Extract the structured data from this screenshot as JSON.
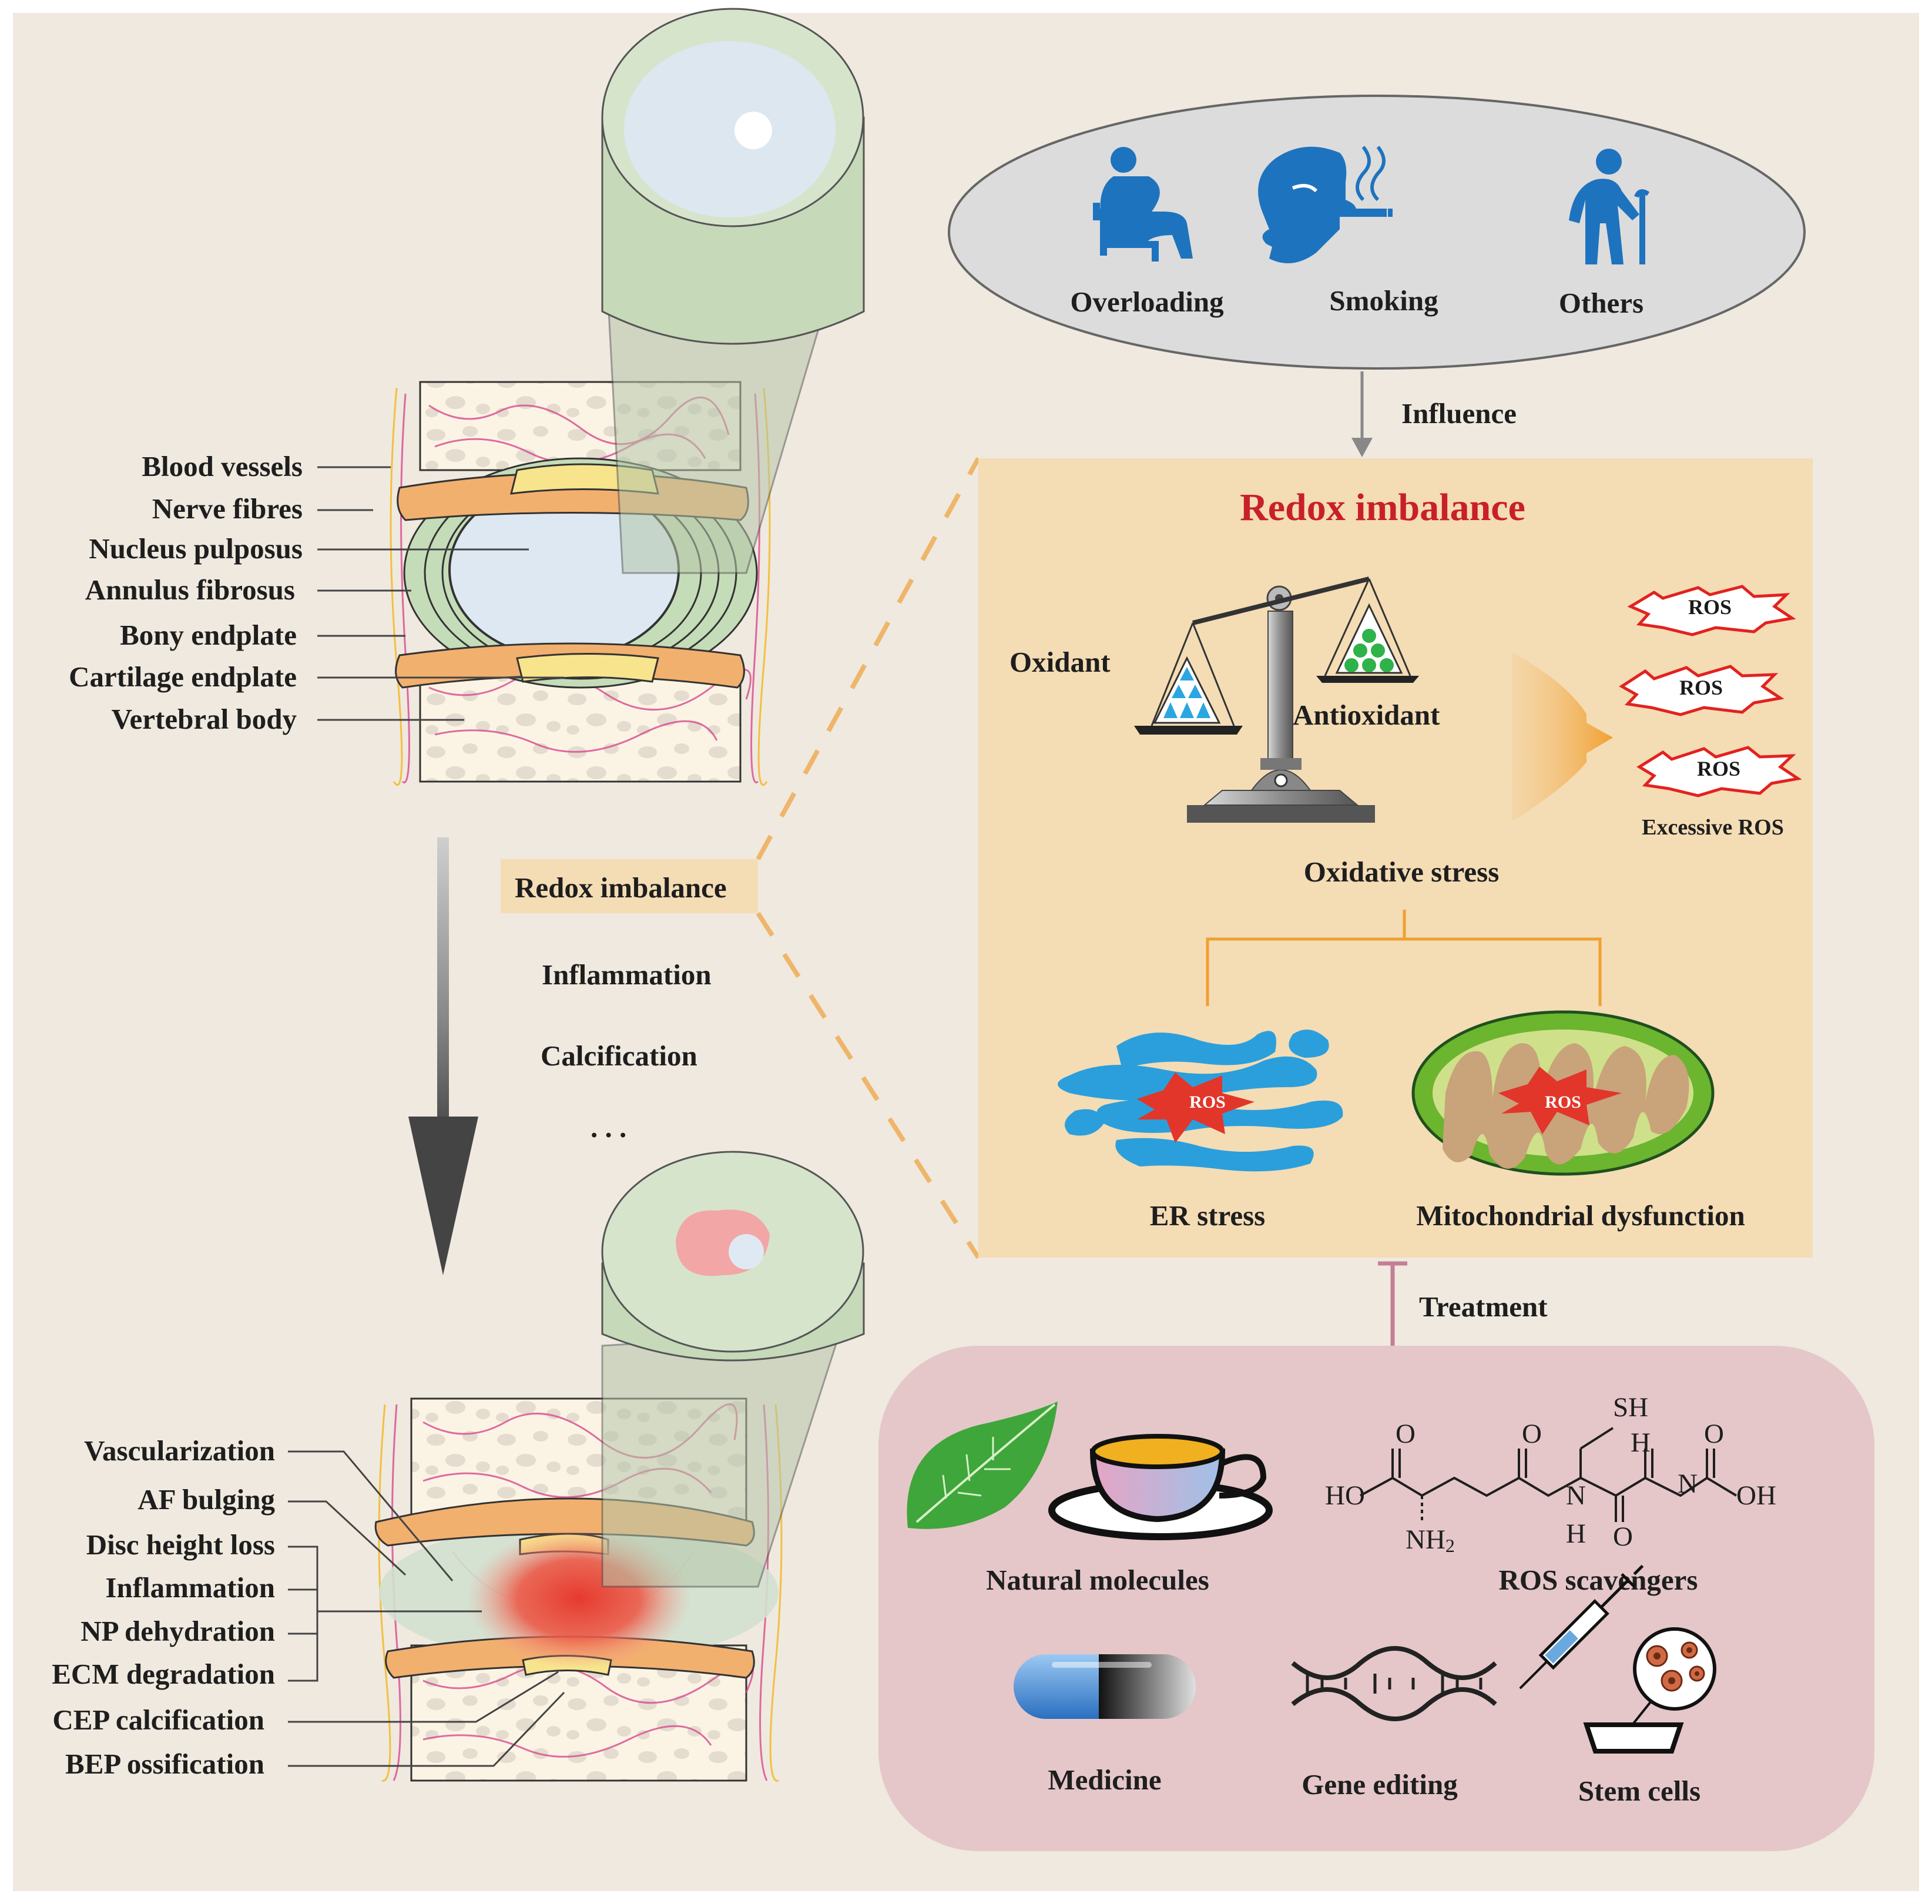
{
  "risk_factors": {
    "overloading": "Overloading",
    "smoking": "Smoking",
    "others": "Others"
  },
  "influence_label": "Influence",
  "redox_panel": {
    "title": "Redox imbalance",
    "oxidant": "Oxidant",
    "antioxidant": "Antioxidant",
    "oxidative_stress": "Oxidative stress",
    "ros_badge": "ROS",
    "excessive_ros": "Excessive ROS",
    "er_stress": "ER stress",
    "mito_dysfunction": "Mitochondrial dysfunction"
  },
  "treatment_label": "Treatment",
  "treatments": {
    "natural_molecules": "Natural molecules",
    "ros_scavengers": "ROS scavengers",
    "medicine": "Medicine",
    "gene_editing": "Gene editing",
    "stem_cells": "Stem cells"
  },
  "chemical": {
    "o": "O",
    "ho": "HO",
    "oh": "OH",
    "n": "N",
    "h": "H",
    "sh": "SH",
    "nh2_base": "NH",
    "nh2_sub": "2"
  },
  "healthy_labels": {
    "blood_vessels": "Blood vessels",
    "nerve_fibres": "Nerve fibres",
    "nucleus_pulposus": "Nucleus pulposus",
    "annulus_fibrosus": "Annulus fibrosus",
    "bony_endplate": "Bony endplate",
    "cartilage_endplate": "Cartilage endplate",
    "vertebral_body": "Vertebral body"
  },
  "process": {
    "redox": "Redox imbalance",
    "inflammation": "Inflammation",
    "calcification": "Calcification",
    "ellipsis": ". . ."
  },
  "degenerated_labels": {
    "vascularization": "Vascularization",
    "af_bulging": "AF bulging",
    "disc_height_loss": "Disc height loss",
    "inflammation": "Inflammation",
    "np_dehydration": "NP dehydration",
    "ecm_degradation": "ECM degradation",
    "cep_calcification": "CEP calcification",
    "bep_ossification": "BEP ossification"
  },
  "colors": {
    "background": "#efe9df",
    "redox_panel": "#f4dcb5",
    "redox_title": "#c8202a",
    "treatment_panel": "#e5c7c9",
    "risk_ellipse": "#dcdcdc",
    "icon_blue": "#1e73be",
    "orange": "#f0a030",
    "inhibit": "#c47f96"
  }
}
